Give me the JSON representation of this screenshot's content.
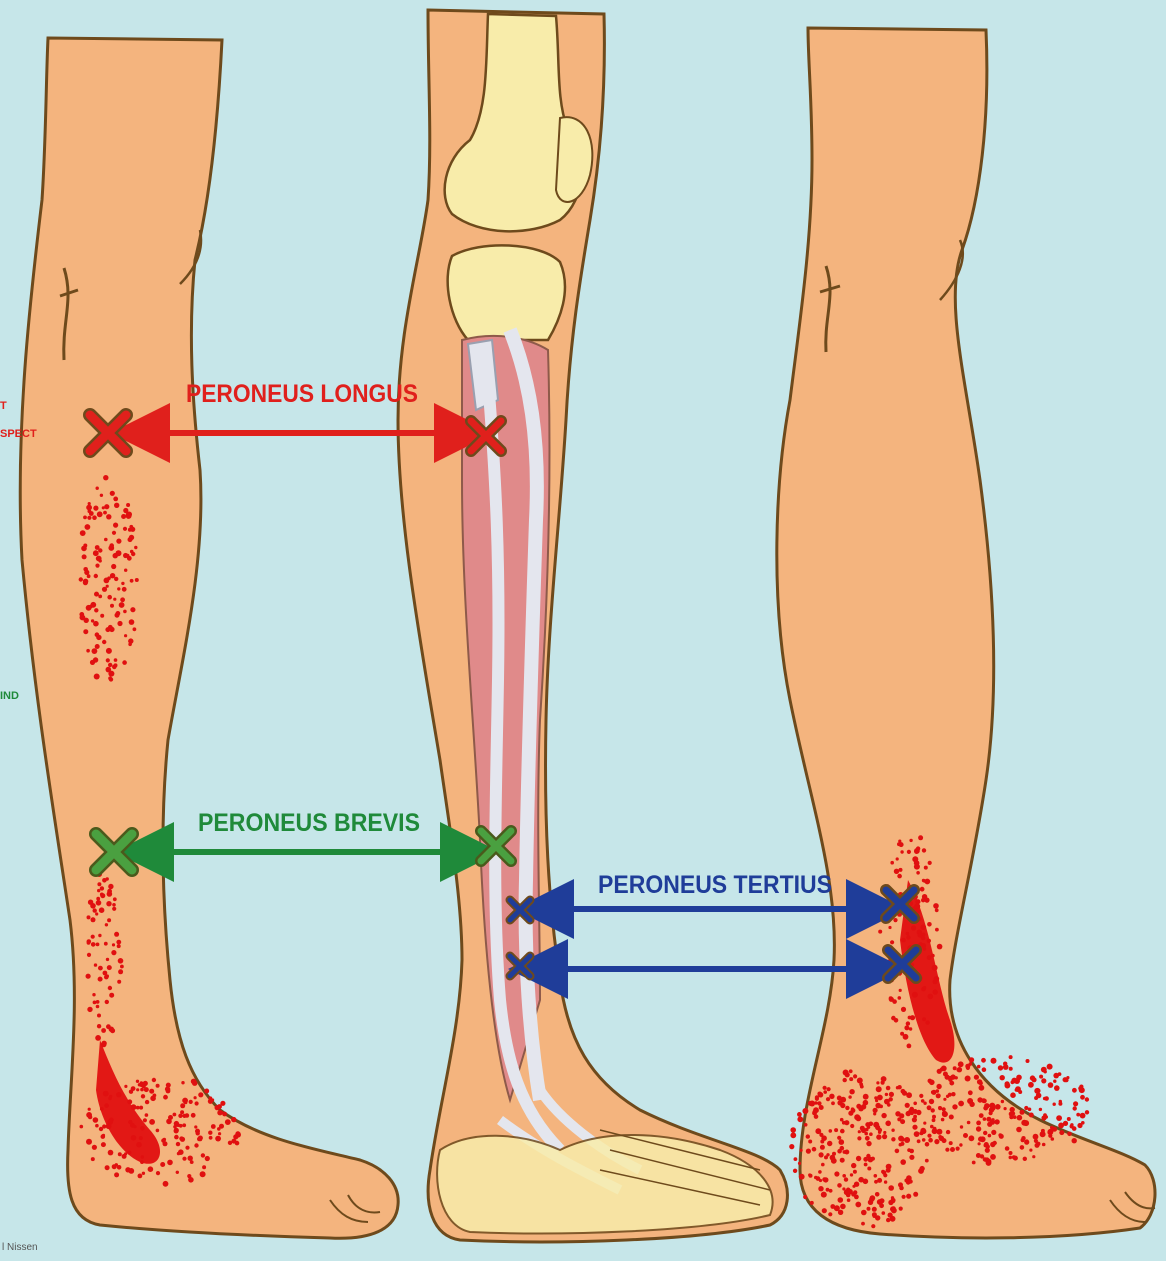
{
  "labels": {
    "longus": "PERONEUS LONGUS",
    "brevis": "PERONEUS BREVIS",
    "tertius": "PERONEUS TERTIUS"
  },
  "edge_fragments": {
    "red_line1": "T",
    "red_line2": "SPECT",
    "green_line": "IND"
  },
  "credit_fragment": "l Nissen",
  "colors": {
    "background": "#c6e6e9",
    "skin": "#f4b47e",
    "skin_outline": "#6e4a1c",
    "bone": "#f8ecaa",
    "muscle": "#e08a8a",
    "tendon": "#e4e6ee",
    "longus": "#e0201c",
    "brevis": "#1f8a3a",
    "tertius": "#1f3d99",
    "pain_dots": "#e01010"
  },
  "icons": [
    "trigger-point-x-icon",
    "double-headed-arrow-icon"
  ]
}
